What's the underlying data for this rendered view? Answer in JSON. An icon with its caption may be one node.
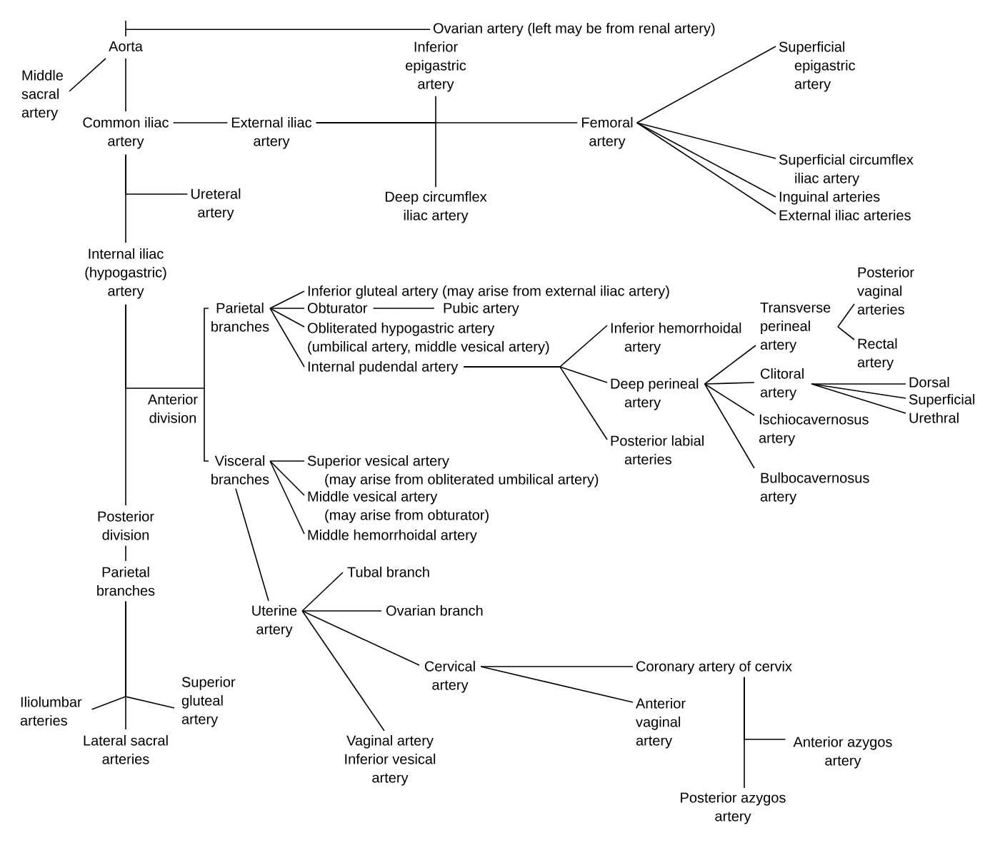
{
  "diagram": {
    "nodes": [
      {
        "text": [
          "Aorta"
        ]
      },
      {
        "text": [
          "Ovarian artery (left may be from renal artery)"
        ]
      },
      {
        "text": [
          "Middle sacral artery"
        ]
      },
      {
        "text": [
          "Inferior epigastric artery"
        ]
      },
      {
        "text": [
          "Superficial epigastric artery"
        ]
      },
      {
        "text": [
          "Common iliac artery"
        ]
      },
      {
        "text": [
          "External iliac artery"
        ]
      },
      {
        "text": [
          "Femoral artery"
        ]
      },
      {
        "text": [
          "Superficial circumflex iliac artery"
        ]
      },
      {
        "text": [
          "Inguinal arteries"
        ]
      },
      {
        "text": [
          "External iliac arteries"
        ]
      },
      {
        "text": [
          "Ureteral artery"
        ]
      },
      {
        "text": [
          "Deep circumflex iliac artery"
        ]
      },
      {
        "text": [
          "Internal iliac (hypogastric) artery"
        ]
      },
      {
        "text": [
          "Posterior vaginal arteries"
        ]
      },
      {
        "text": [
          "Inferior gluteal artery (may arise from external iliac artery)"
        ]
      },
      {
        "text": [
          "Parietal branches"
        ]
      },
      {
        "text": [
          "Obturator"
        ]
      },
      {
        "text": [
          "Pubic artery"
        ]
      },
      {
        "text": [
          "Transverse perineal artery"
        ]
      },
      {
        "text": [
          "Obliterated hypogastric artery",
          "(umbilical artery, middle vesical artery)"
        ]
      },
      {
        "text": [
          "Inferior hemorrhoidal artery"
        ]
      },
      {
        "text": [
          "Rectal artery"
        ]
      },
      {
        "text": [
          "Internal pudendal artery"
        ]
      },
      {
        "text": [
          "Clitoral artery"
        ]
      },
      {
        "text": [
          "Dorsal"
        ]
      },
      {
        "text": [
          "Deep perineal artery"
        ]
      },
      {
        "text": [
          "Superficial"
        ]
      },
      {
        "text": [
          "Anterior division"
        ]
      },
      {
        "text": [
          "Urethral"
        ]
      },
      {
        "text": [
          "Ischiocavernosus artery"
        ]
      },
      {
        "text": [
          "Posterior labial arteries"
        ]
      },
      {
        "text": [
          "Visceral branches"
        ]
      },
      {
        "text": [
          "Superior vesical artery",
          "(may arise from obliterated umbilical artery)"
        ]
      },
      {
        "text": [
          "Bulbocavernosus artery"
        ]
      },
      {
        "text": [
          "Middle vesical artery",
          "(may arise from obturator)"
        ]
      },
      {
        "text": [
          "Posterior division"
        ]
      },
      {
        "text": [
          "Middle hemorrhoidal artery"
        ]
      },
      {
        "text": [
          "Parietal branches"
        ]
      },
      {
        "text": [
          "Tubal branch"
        ]
      },
      {
        "text": [
          "Uterine artery"
        ]
      },
      {
        "text": [
          "Ovarian branch"
        ]
      },
      {
        "text": [
          "Cervical artery"
        ]
      },
      {
        "text": [
          "Coronary artery of cervix"
        ]
      },
      {
        "text": [
          "Superior gluteal artery"
        ]
      },
      {
        "text": [
          "Iliolumbar arteries"
        ]
      },
      {
        "text": [
          "Anterior vaginal artery"
        ]
      },
      {
        "text": [
          "Lateral sacral arteries"
        ]
      },
      {
        "text": [
          "Vaginal artery",
          "Inferior vesical artery"
        ]
      },
      {
        "text": [
          "Anterior azygos artery"
        ]
      },
      {
        "text": [
          "Posterior azygos artery"
        ]
      }
    ],
    "edges": [
      {
        "from": 0,
        "to": 1,
        "arrow": "none"
      },
      {
        "from": 0,
        "to": 2,
        "arrow": "none"
      },
      {
        "from": 0,
        "to": 5,
        "arrow": "none"
      },
      {
        "from": 5,
        "to": 6,
        "arrow": "none"
      },
      {
        "from": 6,
        "to": 7,
        "arrow": "none"
      },
      {
        "from": 6,
        "to": 3,
        "arrow": "none"
      },
      {
        "from": 6,
        "to": 12,
        "arrow": "none"
      },
      {
        "from": 7,
        "to": 4,
        "arrow": "none"
      },
      {
        "from": 7,
        "to": 8,
        "arrow": "none"
      },
      {
        "from": 7,
        "to": 9,
        "arrow": "none"
      },
      {
        "from": 7,
        "to": 10,
        "arrow": "none"
      },
      {
        "from": 5,
        "to": 11,
        "arrow": "none"
      },
      {
        "from": 5,
        "to": 13,
        "arrow": "none"
      },
      {
        "from": 13,
        "to": 28,
        "arrow": "none"
      },
      {
        "from": 13,
        "to": 36,
        "arrow": "none"
      },
      {
        "from": 28,
        "to": 16,
        "arrow": "none"
      },
      {
        "from": 28,
        "to": 32,
        "arrow": "none"
      },
      {
        "from": 16,
        "to": 15,
        "arrow": "none"
      },
      {
        "from": 16,
        "to": 17,
        "arrow": "none"
      },
      {
        "from": 16,
        "to": 20,
        "arrow": "none"
      },
      {
        "from": 16,
        "to": 23,
        "arrow": "none"
      },
      {
        "from": 17,
        "to": 18,
        "arrow": "none"
      },
      {
        "from": 23,
        "to": 21,
        "arrow": "none"
      },
      {
        "from": 23,
        "to": 26,
        "arrow": "none"
      },
      {
        "from": 23,
        "to": 31,
        "arrow": "none"
      },
      {
        "from": 26,
        "to": 19,
        "arrow": "none"
      },
      {
        "from": 26,
        "to": 24,
        "arrow": "none"
      },
      {
        "from": 26,
        "to": 30,
        "arrow": "none"
      },
      {
        "from": 26,
        "to": 34,
        "arrow": "none"
      },
      {
        "from": 19,
        "to": 14,
        "arrow": "none"
      },
      {
        "from": 19,
        "to": 22,
        "arrow": "none"
      },
      {
        "from": 24,
        "to": 25,
        "arrow": "none"
      },
      {
        "from": 24,
        "to": 27,
        "arrow": "none"
      },
      {
        "from": 24,
        "to": 29,
        "arrow": "none"
      },
      {
        "from": 32,
        "to": 33,
        "arrow": "none"
      },
      {
        "from": 32,
        "to": 35,
        "arrow": "none"
      },
      {
        "from": 32,
        "to": 37,
        "arrow": "none"
      },
      {
        "from": 32,
        "to": 40,
        "arrow": "none"
      },
      {
        "from": 40,
        "to": 39,
        "arrow": "none"
      },
      {
        "from": 40,
        "to": 41,
        "arrow": "none"
      },
      {
        "from": 40,
        "to": 42,
        "arrow": "none"
      },
      {
        "from": 40,
        "to": 48,
        "arrow": "none"
      },
      {
        "from": 42,
        "to": 43,
        "arrow": "none"
      },
      {
        "from": 42,
        "to": 46,
        "arrow": "none"
      },
      {
        "from": 43,
        "to": 49,
        "arrow": "none"
      },
      {
        "from": 43,
        "to": 50,
        "arrow": "none"
      },
      {
        "from": 36,
        "to": 38,
        "arrow": "none"
      },
      {
        "from": 38,
        "to": 45,
        "arrow": "none"
      },
      {
        "from": 38,
        "to": 44,
        "arrow": "none"
      },
      {
        "from": 38,
        "to": 47,
        "arrow": "none"
      }
    ]
  }
}
